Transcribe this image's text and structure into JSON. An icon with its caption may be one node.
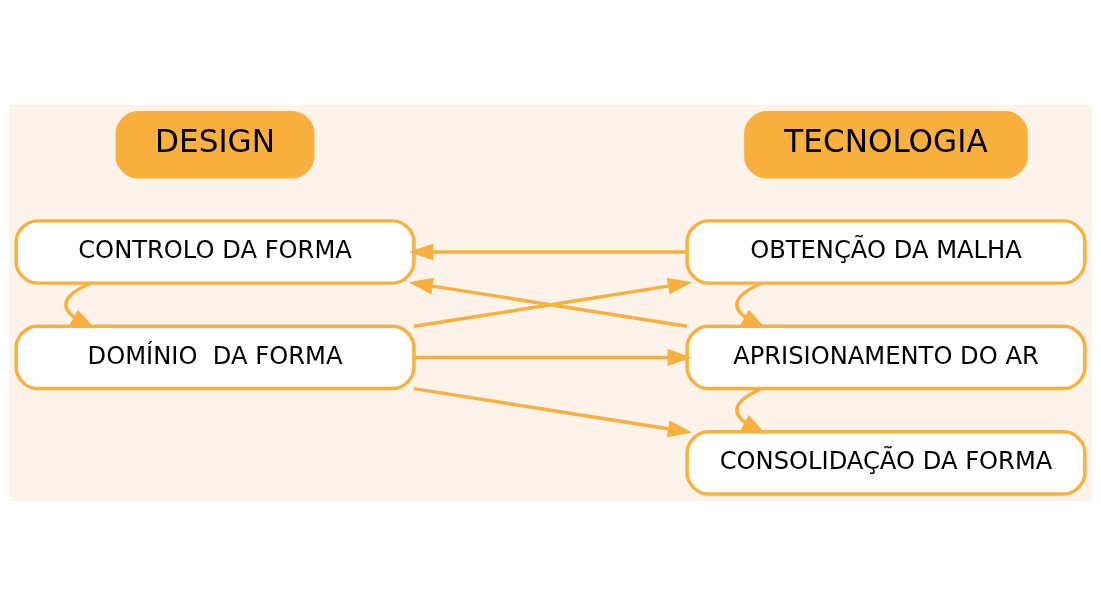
{
  "diagram": {
    "nodes": [
      {
        "text": [
          "DESIGN"
        ]
      },
      {
        "text": [
          "TECNOLOGIA"
        ]
      },
      {
        "text": [
          "CONTROLO DA FORMA"
        ]
      },
      {
        "text": [
          "DOMÍNIO  DA FORMA"
        ]
      },
      {
        "text": [
          "OBTENÇÃO DA MALHA"
        ]
      },
      {
        "text": [
          "APRISIONAMENTO DO AR"
        ]
      },
      {
        "text": [
          "CONSOLIDAÇÃO DA FORMA"
        ]
      }
    ],
    "edges": [
      {
        "from": 2,
        "to": 3,
        "arrow": "to"
      },
      {
        "from": 4,
        "to": 5,
        "arrow": "to"
      },
      {
        "from": 5,
        "to": 6,
        "arrow": "to"
      },
      {
        "from": 4,
        "to": 2,
        "arrow": "to"
      },
      {
        "from": 5,
        "to": 2,
        "arrow": "to"
      },
      {
        "from": 3,
        "to": 4,
        "arrow": "to"
      },
      {
        "from": 3,
        "to": 5,
        "arrow": "to"
      },
      {
        "from": 3,
        "to": 6,
        "arrow": "to"
      }
    ]
  }
}
